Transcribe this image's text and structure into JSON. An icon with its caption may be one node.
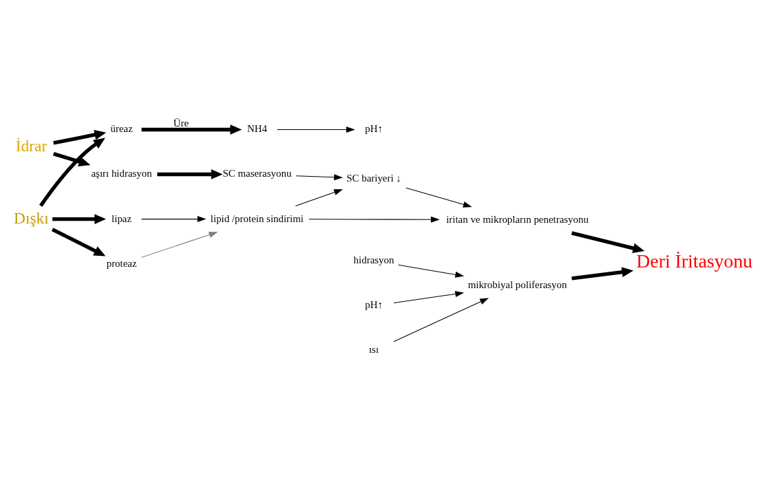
{
  "diagram": {
    "nodes": [
      {
        "text": [
          "İdrar"
        ]
      },
      {
        "text": [
          "aşırı hidrasyon"
        ]
      },
      {
        "text": [
          "SC maserasyonu"
        ]
      },
      {
        "text": [
          "üreaz"
        ]
      },
      {
        "text": [
          "NH4"
        ]
      },
      {
        "text": [
          "Dışkı"
        ]
      },
      {
        "text": [
          "lipaz"
        ]
      },
      {
        "text": [
          "proteaz"
        ]
      },
      {
        "text": [
          "pH↑"
        ]
      },
      {
        "text": [
          "lipid /protein sindirimi"
        ]
      },
      {
        "text": [
          "SC bariyeri ↓"
        ]
      },
      {
        "text": [
          "iritan ve mikropların penetrasyonu"
        ]
      },
      {
        "text": [
          "hidrasyon"
        ]
      },
      {
        "text": [
          "pH↑"
        ]
      },
      {
        "text": [
          "ısı"
        ]
      },
      {
        "text": [
          "mikrobiyal poliferasyon"
        ]
      },
      {
        "text": [
          "Deri İritasyonu"
        ]
      }
    ],
    "edges": [
      {
        "from": 0,
        "to": 1,
        "arrow": "to",
        "style": "thick"
      },
      {
        "from": 1,
        "to": 2,
        "arrow": "to",
        "style": "thick"
      },
      {
        "from": 0,
        "to": 3,
        "arrow": "to",
        "style": "thick"
      },
      {
        "from": 2,
        "to": 10,
        "arrow": "to"
      },
      {
        "from": 3,
        "to": 4,
        "arrow": "to",
        "style": "thick",
        "label": "Üre"
      },
      {
        "from": 4,
        "to": 8,
        "arrow": "to"
      },
      {
        "from": 5,
        "to": 3,
        "arrow": "to",
        "style": "thick"
      },
      {
        "from": 5,
        "to": 6,
        "arrow": "to",
        "style": "thick"
      },
      {
        "from": 5,
        "to": 7,
        "arrow": "to",
        "style": "thick"
      },
      {
        "from": 6,
        "to": 9,
        "arrow": "to"
      },
      {
        "from": 7,
        "to": 9,
        "arrow": "to",
        "color": "#808080"
      },
      {
        "from": 9,
        "to": 10,
        "arrow": "to"
      },
      {
        "from": 9,
        "to": 11,
        "arrow": "to"
      },
      {
        "from": 10,
        "to": 11,
        "arrow": "to"
      },
      {
        "from": 11,
        "to": 16,
        "arrow": "to",
        "style": "thick"
      },
      {
        "from": 12,
        "to": 15,
        "arrow": "to"
      },
      {
        "from": 13,
        "to": 15,
        "arrow": "to"
      },
      {
        "from": 14,
        "to": 15,
        "arrow": "to"
      },
      {
        "from": 15,
        "to": 16,
        "arrow": "to",
        "style": "thick"
      }
    ]
  }
}
